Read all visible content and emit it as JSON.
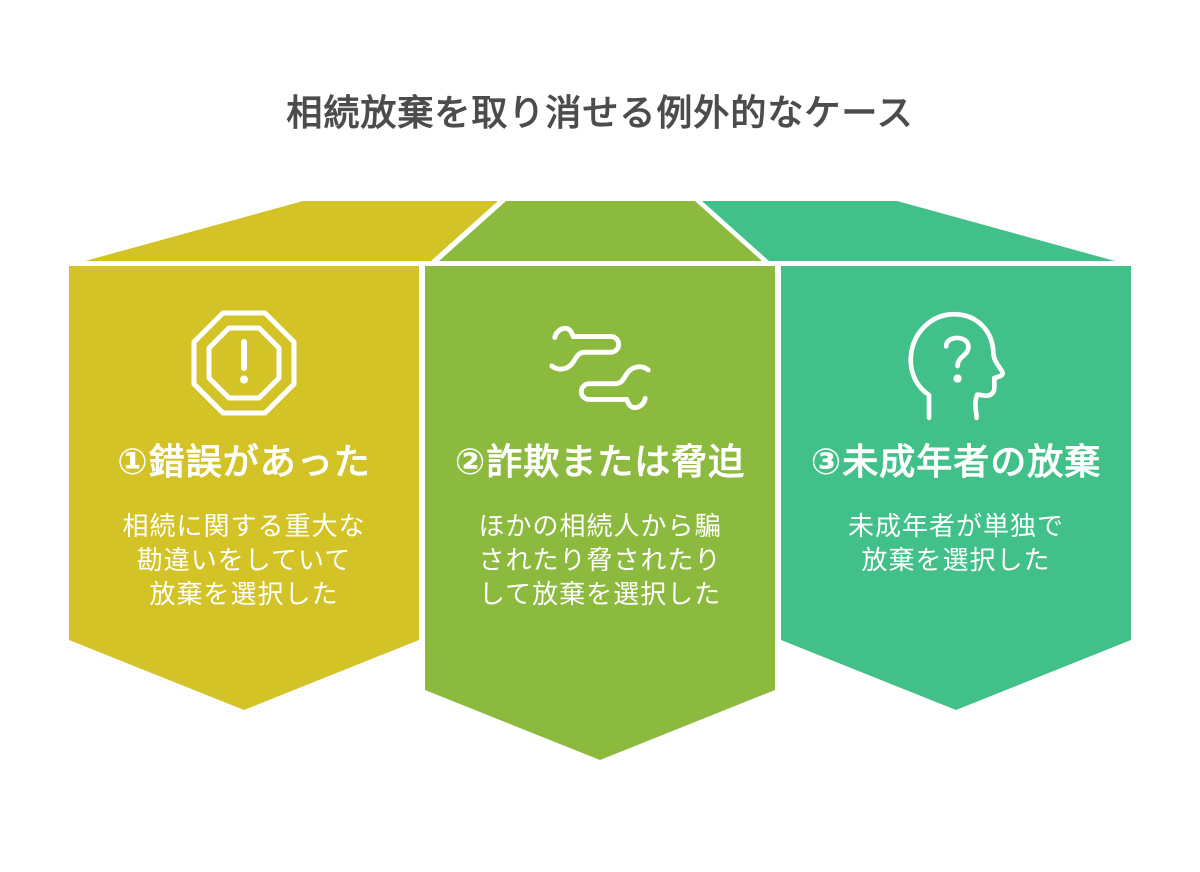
{
  "page": {
    "title": "相続放棄を取り消せる例外的なケース",
    "background": "#ffffff",
    "title_color": "#4c4c4c",
    "card_text_color": "#ffffff"
  },
  "cards": [
    {
      "heading": "①錯誤があった",
      "icon": "alert-octagon-icon",
      "color": "#d3c327",
      "lines": [
        "相続に関する重大な",
        "勘違いをしていて",
        "放棄を選択した"
      ]
    },
    {
      "heading": "②詐欺または脅迫",
      "icon": "wind-icon",
      "color": "#8cba3e",
      "lines": [
        "ほかの相続人から騙",
        "されたり脅されたり",
        "して放棄を選択した"
      ]
    },
    {
      "heading": "③未成年者の放棄",
      "icon": "head-question-icon",
      "color": "#41c08a",
      "lines": [
        "未成年者が単独で",
        "放棄を選択した"
      ]
    }
  ]
}
